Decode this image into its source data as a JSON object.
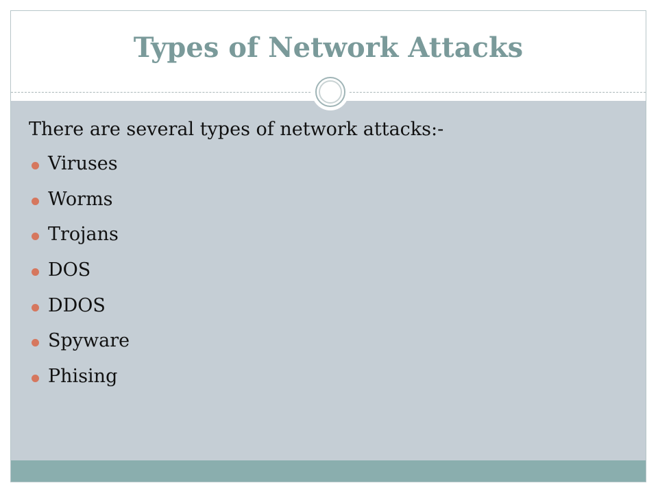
{
  "slide": {
    "title": "Types of Network Attacks",
    "intro": "There are several types of network attacks:-",
    "bullets": [
      "Viruses",
      "Worms",
      "Trojans",
      "DOS",
      "DDOS",
      "Spyware",
      "Phising"
    ]
  },
  "colors": {
    "title": "#7a9a9a",
    "content_background": "#c5ced5",
    "footer_bar": "#8aaeae",
    "bullet_marker": "#d6775e",
    "text": "#111111"
  },
  "icons": {
    "ornament": "double-ring-circle-icon",
    "bullet": "filled-circle-bullet-icon"
  }
}
